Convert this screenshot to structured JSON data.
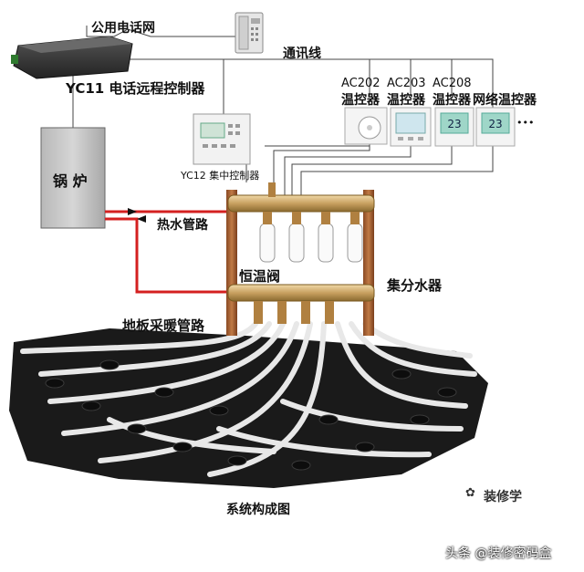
{
  "labels": {
    "phone_network": "公用电话网",
    "comm_line": "通讯线",
    "remote_controller": "YC11 电话远程控制器",
    "thermo_1_model": "AC202",
    "thermo_1_type": "温控器",
    "thermo_2_model": "AC203",
    "thermo_2_type": "温控器",
    "thermo_3_model": "AC208",
    "thermo_3_type": "温控器",
    "network_thermo": "网络温控器",
    "ellipsis": "•••",
    "central_controller": "YC12 集中控制器",
    "boiler": "锅 炉",
    "hot_water_pipe": "热水管路",
    "thermostatic_valve": "恒温阀",
    "manifold": "集分水器",
    "floor_pipe": "地板采暖管路",
    "caption": "系统构成图",
    "brand": "装修学",
    "watermark": "头条 @装修密码盒"
  },
  "display": {
    "thermo_reading_1": "23",
    "thermo_reading_2": "23"
  },
  "colors": {
    "hot_pipe": "#d42020",
    "wire": "#444444",
    "manifold_brass": "#c8a060",
    "boiler_fill": "#c8c8c8",
    "floor_dark": "#1a1a1a",
    "floor_pipe": "#e8e8e8"
  }
}
